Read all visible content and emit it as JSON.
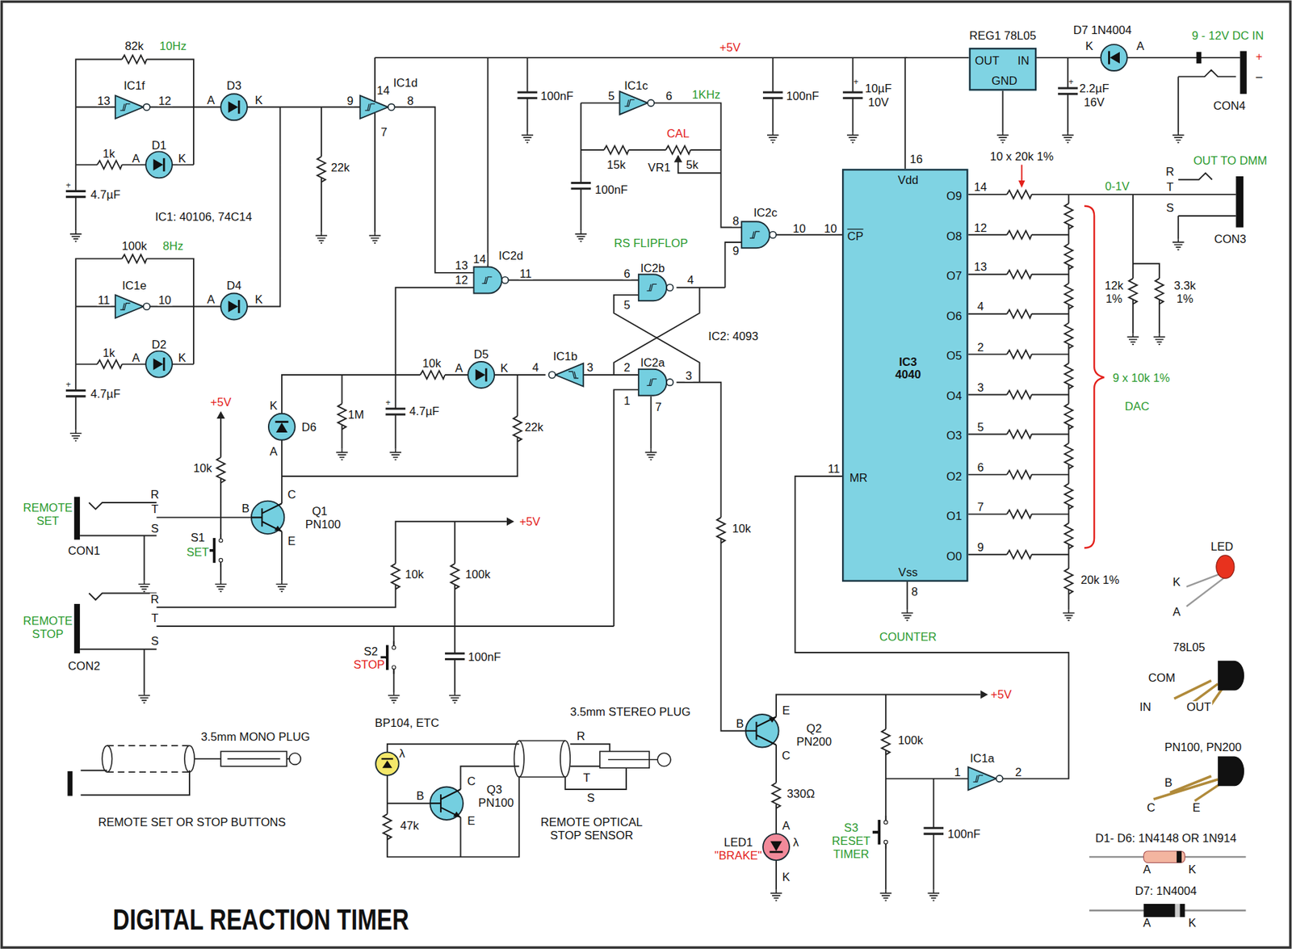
{
  "diagram": {
    "title": "DIGITAL REACTION TIMER",
    "nodes": [
      {
        "text": [
          "OUT",
          "IN",
          "GND"
        ]
      },
      {
        "text": [
          "Vdd",
          "CP",
          "IC3 4040",
          "O9",
          "O8",
          "O7",
          "O6",
          "O5",
          "O4",
          "O3",
          "O2",
          "O1",
          "O0",
          "MR",
          "Vss"
        ]
      }
    ],
    "edges": [
      {
        "from": 0,
        "to": 1,
        "arrow": "none"
      }
    ],
    "labels": [
      "82k",
      "10Hz",
      "IC1f",
      "13",
      "12",
      "D3",
      "A",
      "K",
      "D1",
      "1k",
      "A",
      "K",
      "4.7µF",
      "IC1: 40106, 74C14",
      "8Hz",
      "100k",
      "IC1e",
      "11",
      "10",
      "D4",
      "A",
      "K",
      "D2",
      "1k",
      "A",
      "K",
      "4.7µF",
      "IC1d",
      "14",
      "9",
      "8",
      "7",
      "22k",
      "100nF",
      "IC1c",
      "5",
      "6",
      "1KHz",
      "CAL",
      "15k",
      "VR1",
      "5k",
      "100nF",
      "+5V",
      "100nF",
      "10µF",
      "10V",
      "REG1 78L05",
      "D7 1N4004",
      "K",
      "A",
      "9 - 12V DC IN",
      "+",
      "–",
      "CON4",
      "2.2µF",
      "16V",
      "RS FLIPFLOP",
      "IC2d",
      "14",
      "13",
      "12",
      "11",
      "IC2c",
      "8",
      "9",
      "10",
      "10",
      "IC2b",
      "6",
      "5",
      "4",
      "IC2: 4093",
      "IC2a",
      "2",
      "1",
      "7",
      "3",
      "IC1b",
      "3",
      "4",
      "D5",
      "A",
      "K",
      "10k",
      "1M",
      "4.7µF",
      "22k",
      "D6",
      "K",
      "A",
      "+5V",
      "10k",
      "REMOTE",
      "SET",
      "R",
      "T",
      "S",
      "CON1",
      "S1",
      "SET",
      "B",
      "C",
      "E",
      "Q1",
      "PN100",
      "+5V",
      "10k",
      "100k",
      "REMOTE",
      "STOP",
      "R",
      "T",
      "S",
      "CON2",
      "S2",
      "STOP",
      "100nF",
      "10k",
      "16",
      "10 x 20k 1%",
      "OUT TO DMM",
      "R",
      "T",
      "S",
      "CON3",
      "0-1V",
      "14",
      "12",
      "13",
      "4",
      "2",
      "3",
      "5",
      "6",
      "7",
      "9",
      "12k",
      "1%",
      "3.3k",
      "1%",
      "9 x 10k 1%",
      "DAC",
      "11",
      "8",
      "20k 1%",
      "COUNTER",
      "LED",
      "K",
      "A",
      "78L05",
      "COM",
      "IN",
      "OUT",
      "PN100, PN200",
      "B",
      "C",
      "E",
      "D1- D6:  1N4148 OR 1N914",
      "A",
      "K",
      "D7:  1N4004",
      "A",
      "K",
      "+5V",
      "100k",
      "IC1a",
      "1",
      "2",
      "S3",
      "RESET",
      "TIMER",
      "100nF",
      "B",
      "E",
      "C",
      "Q2",
      "PN200",
      "330Ω",
      "A",
      "LED1",
      "\"BRAKE\"",
      "K",
      "λ",
      "λ",
      "3.5mm MONO PLUG",
      "REMOTE SET OR STOP BUTTONS",
      "BP104, ETC",
      "47k",
      "B",
      "C",
      "E",
      "Q3",
      "PN100",
      "3.5mm STEREO PLUG",
      "R",
      "T",
      "S",
      "REMOTE OPTICAL",
      "STOP SENSOR"
    ]
  }
}
